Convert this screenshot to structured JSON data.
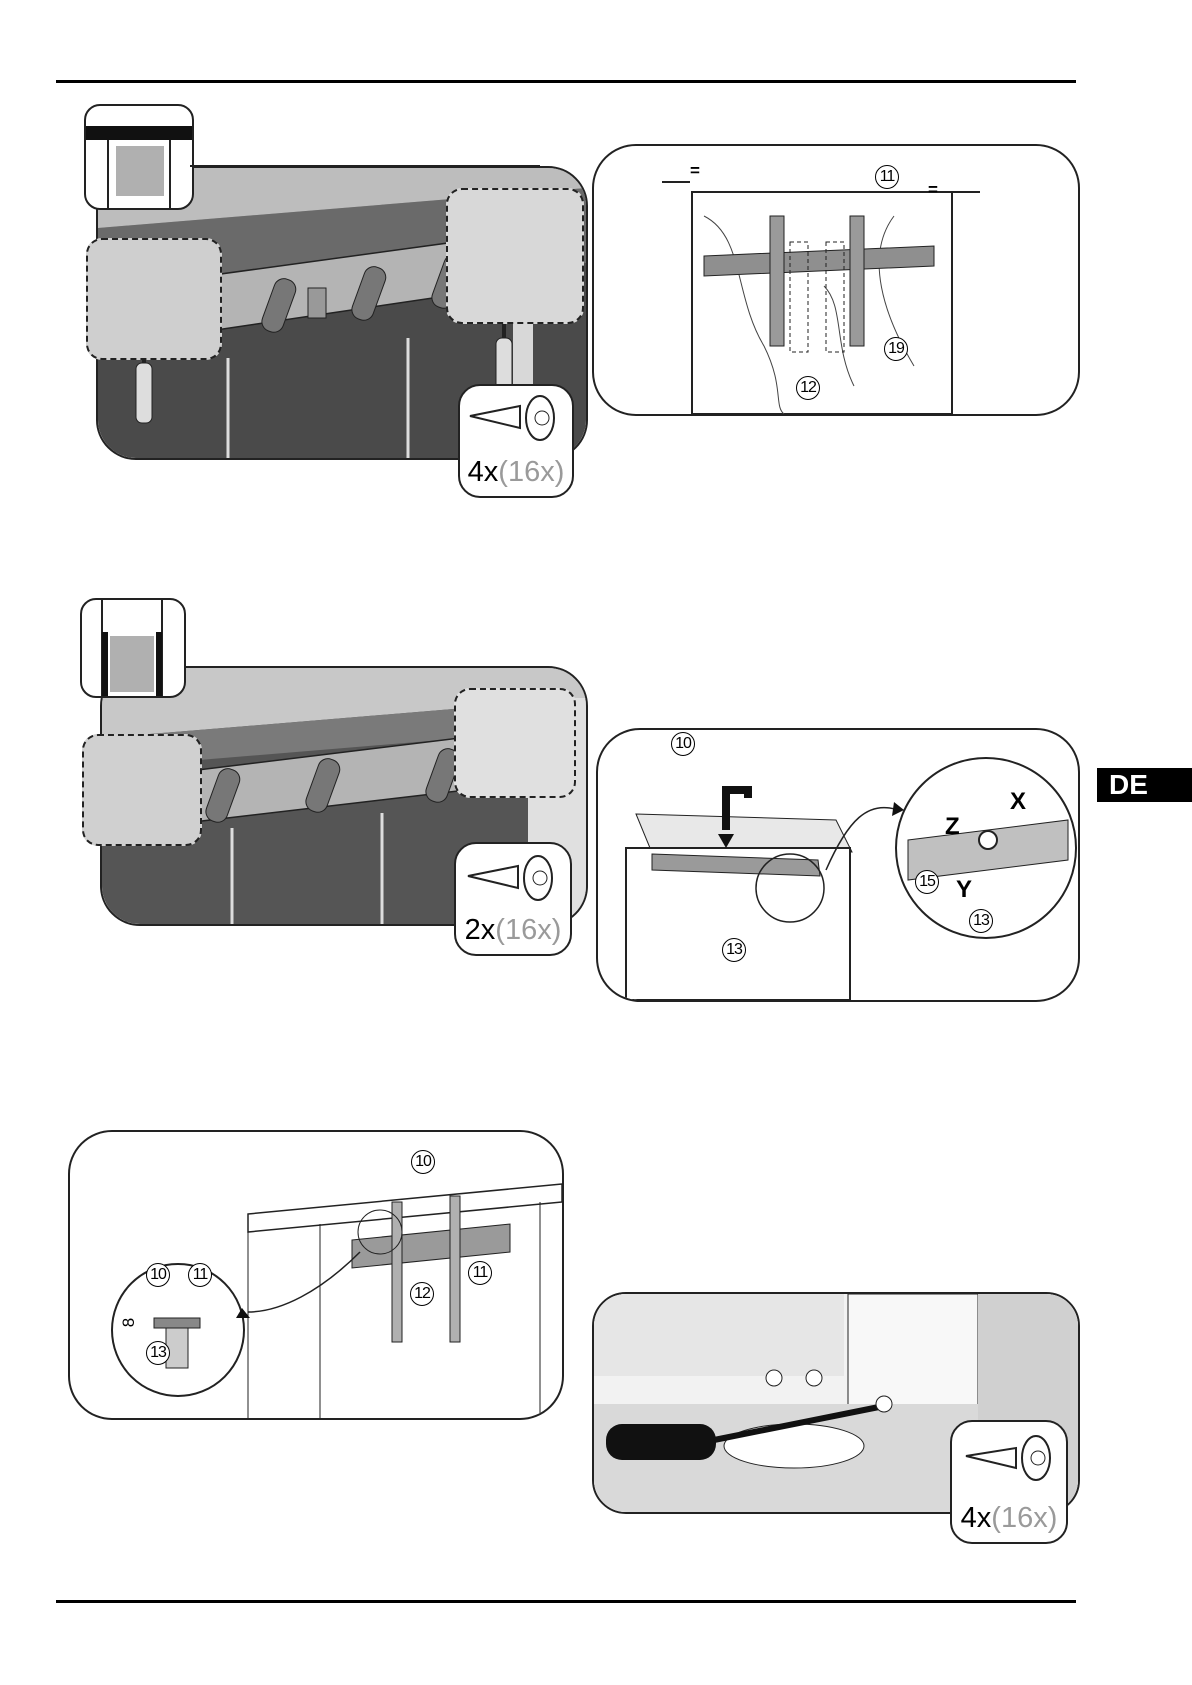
{
  "language_tab": "DE",
  "figures": {
    "fig1": {
      "screw_count": "4x",
      "screw_total": "(16x)"
    },
    "fig2": {
      "callouts": [
        "11",
        "19",
        "12"
      ],
      "equal_marks": [
        "=",
        "="
      ]
    },
    "fig3": {
      "screw_count": "2x",
      "screw_total": "(16x)"
    },
    "fig4": {
      "callouts": [
        "10",
        "15",
        "13",
        "13"
      ],
      "axes": [
        "Z",
        "X",
        "Y"
      ]
    },
    "fig5": {
      "callouts": [
        "10",
        "12",
        "11",
        "10",
        "11",
        "13"
      ],
      "dimension": "8"
    },
    "fig6": {
      "screw_count": "4x",
      "screw_total": "(16x)"
    }
  }
}
